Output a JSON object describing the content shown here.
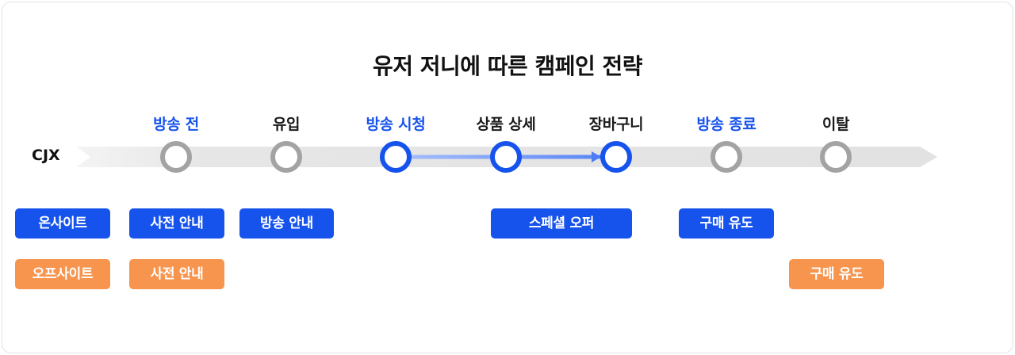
{
  "title": "유저 저니에 따른 캠페인 전략",
  "row_label": "CJX",
  "stages": [
    {
      "label": "방송 전",
      "highlight": true,
      "active": false
    },
    {
      "label": "유입",
      "highlight": false,
      "active": false
    },
    {
      "label": "방송 시청",
      "highlight": true,
      "active": true
    },
    {
      "label": "상품 상세",
      "highlight": false,
      "active": true
    },
    {
      "label": "장바구니",
      "highlight": false,
      "active": true
    },
    {
      "label": "방송 종료",
      "highlight": true,
      "active": false
    },
    {
      "label": "이탈",
      "highlight": false,
      "active": false
    }
  ],
  "online": {
    "label": "온사이트",
    "chips": [
      "사전 안내",
      "방송 안내",
      "스페셜 오퍼",
      "구매 유도"
    ]
  },
  "offline": {
    "label": "오프사이트",
    "chips": [
      "사전 안내",
      "구매 유도"
    ]
  },
  "colors": {
    "blue": "#1653ec",
    "orange": "#f7944d",
    "gray_node": "#a3a3a3",
    "track": "#e6e6e6"
  }
}
